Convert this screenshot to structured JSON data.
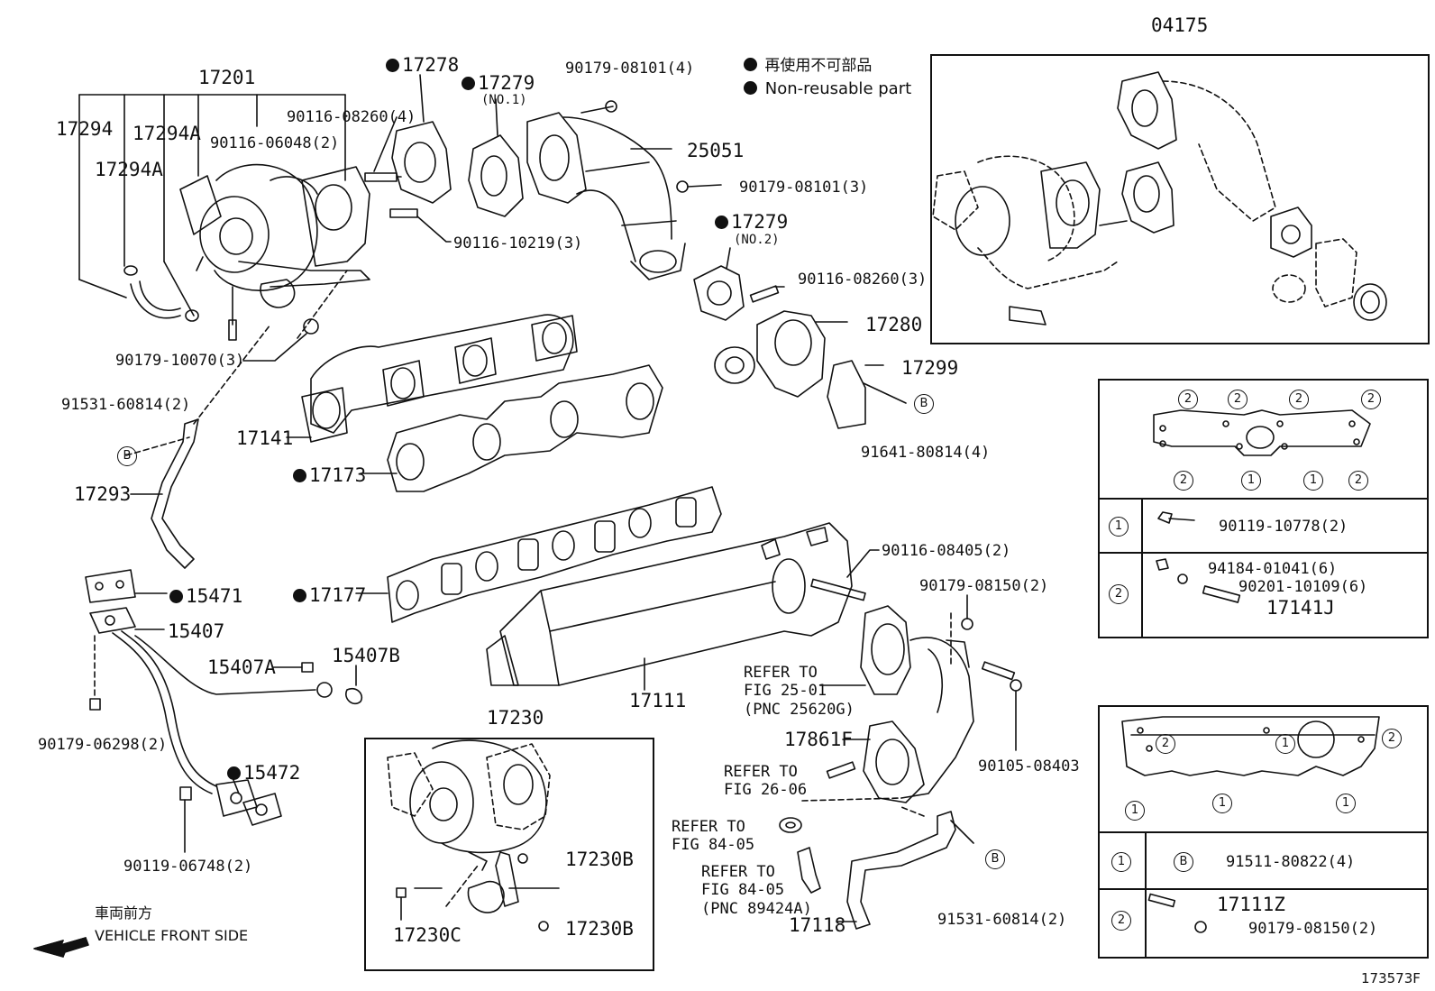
{
  "legend": {
    "non_reusable_jp": "再使用不可部品",
    "non_reusable_en": "Non-reusable part"
  },
  "footer": {
    "front_jp": "車両前方",
    "front_en": "VEHICLE FRONT SIDE",
    "figure_id": "173573F"
  },
  "parts": {
    "p17201": "17201",
    "p17294": "17294",
    "p17294A_1": "17294A",
    "p17294A_2": "17294A",
    "p90116_08260_4": "90116-08260(4)",
    "p90116_06048_2": "90116-06048(2)",
    "p17278": "17278",
    "p17279_1": "17279",
    "p17279_no1": "(NO.1)",
    "p90179_08101_4": "90179-08101(4)",
    "p25051": "25051",
    "p90179_08101_3": "90179-08101(3)",
    "p17279_2": "17279",
    "p17279_no2": "(NO.2)",
    "p90116_10219_3": "90116-10219(3)",
    "p90116_08260_3": "90116-08260(3)",
    "p17280": "17280",
    "p17299": "17299",
    "p91641_80814_4": "91641-80814(4)",
    "p90179_10070_3": "90179-10070(3)",
    "p91531_60814_2a": "91531-60814(2)",
    "p17141": "17141",
    "p17173": "17173",
    "p17293": "17293",
    "p15471": "15471",
    "p17177": "17177",
    "p15407": "15407",
    "p15407A": "15407A",
    "p15407B": "15407B",
    "p90179_06298_2": "90179-06298(2)",
    "p15472": "15472",
    "p90119_06748_2": "90119-06748(2)",
    "p17230": "17230",
    "p17230B_1": "17230B",
    "p17230B_2": "17230B",
    "p17230C": "17230C",
    "p17111": "17111",
    "p90116_08405_2": "90116-08405(2)",
    "p90179_08150_2": "90179-08150(2)",
    "p90105_08403": "90105-08403",
    "p17861F": "17861F",
    "p17118": "17118",
    "p91531_60814_2b": "91531-60814(2)",
    "p04175": "04175"
  },
  "refs": {
    "r1_l1": "REFER TO",
    "r1_l2": "FIG 25-01",
    "r1_l3": "(PNC 25620G)",
    "r2_l1": "REFER TO",
    "r2_l2": "FIG 26-06",
    "r3_l1": "REFER TO",
    "r3_l2": "FIG 84-05",
    "r4_l1": "REFER TO",
    "r4_l2": "FIG 84-05",
    "r4_l3": "(PNC 89424A)"
  },
  "markers": {
    "one": "1",
    "two": "2",
    "b": "B"
  },
  "table_upper": {
    "row1_part": "90119-10778(2)",
    "row2_part_a": "94184-01041(6)",
    "row2_part_b": "90201-10109(6)",
    "row2_part_c": "17141J"
  },
  "table_lower": {
    "row1_part": "91511-80822(4)",
    "row2_part_a": "17111Z",
    "row2_part_b": "90179-08150(2)"
  }
}
